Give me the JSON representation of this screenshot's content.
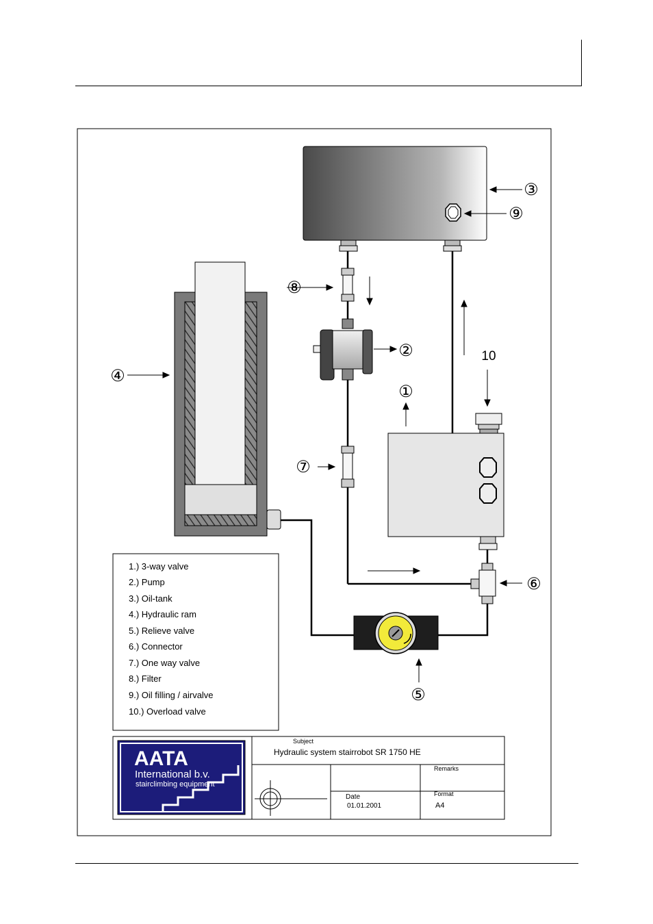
{
  "legend": {
    "items": [
      "1.) 3-way valve",
      "2.) Pump",
      "3.) Oil-tank",
      "4.) Hydraulic ram",
      "5.) Relieve valve",
      "6.) Connector",
      "7.) One way valve",
      "8.) Filter",
      "9.) Oil filling / airvalve",
      "10.) Overload valve"
    ]
  },
  "callouts": {
    "c1": "①",
    "c2": "②",
    "c3": "③",
    "c4": "④",
    "c5": "⑤",
    "c6": "⑥",
    "c7": "⑦",
    "c8": "⑧",
    "c9": "⑨",
    "c10": "10"
  },
  "title_block": {
    "logo_line1": "AATA",
    "logo_line2": "International b.v.",
    "logo_line3": "stairclimbing equipment",
    "subject_label": "Subject",
    "subject_value": "Hydraulic system stairrobot  SR 1750 HE",
    "remarks_label": "Remarks",
    "date_label": "Date",
    "date_value": "01.01.2001",
    "format_label": "Format",
    "format_value": "A4"
  },
  "colors": {
    "line": "#000000",
    "gauge_yellow": "#f2ea3a",
    "ram_body": "#7a7a7a",
    "valve_fill": "#e6e6e6",
    "logo_bg": "#1c1c7a"
  }
}
